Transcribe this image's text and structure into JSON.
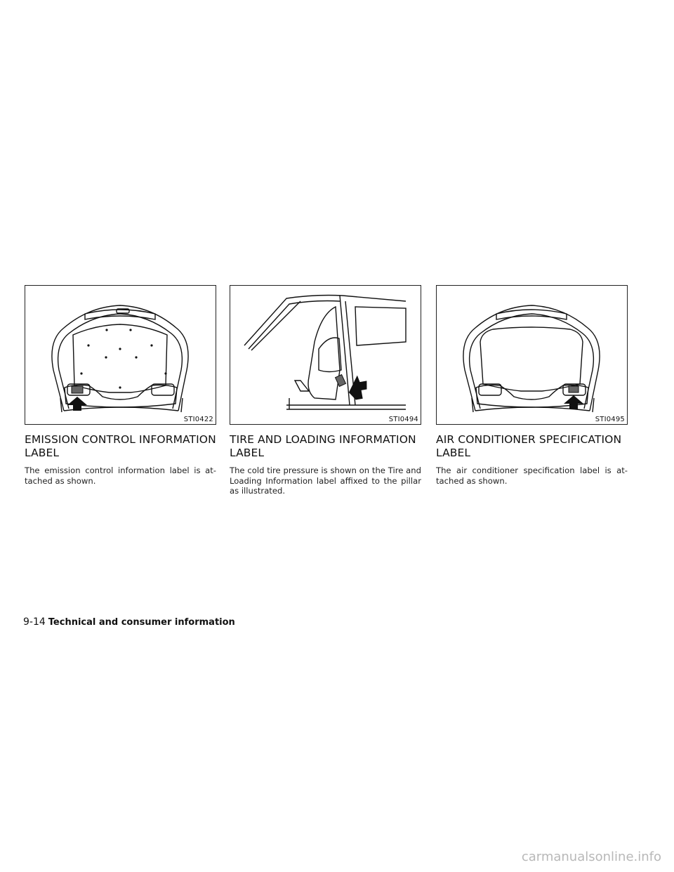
{
  "sections": [
    {
      "figure_code": "STI0422",
      "heading": "EMISSION CONTROL INFORMATION LABEL",
      "body": "The emission control information label is at-tached as shown."
    },
    {
      "figure_code": "STI0494",
      "heading": "TIRE AND LOADING INFORMATION LABEL",
      "body": "The cold tire pressure is shown on the Tire and Loading Information label affixed to the pillar as illustrated."
    },
    {
      "figure_code": "STI0495",
      "heading": "AIR CONDITIONER SPECIFICATION LABEL",
      "body": "The air conditioner specification label is at-tached as shown."
    }
  ],
  "footer": {
    "page_number": "9-14",
    "chapter": "Technical and consumer information"
  },
  "watermark": "carmanualsonline.info"
}
